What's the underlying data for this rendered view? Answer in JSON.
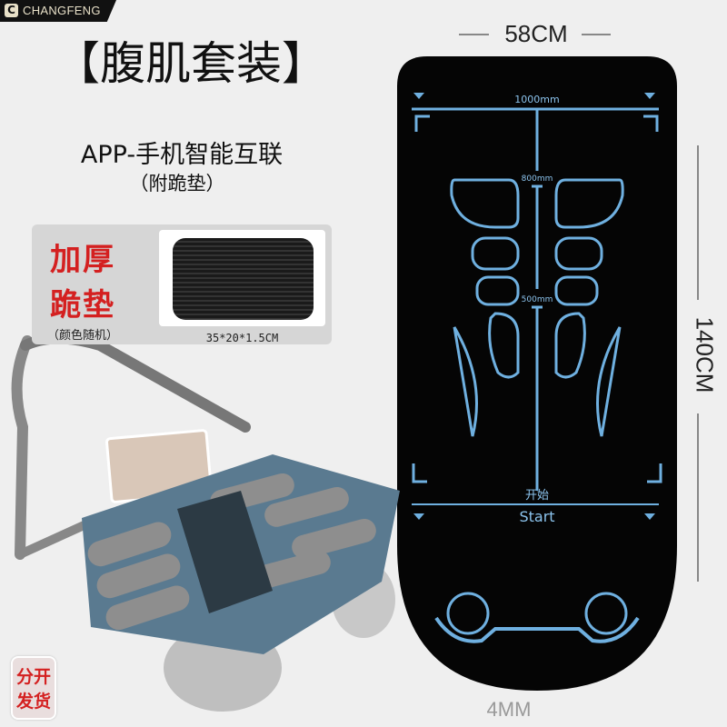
{
  "brand": {
    "name": "CHANGFENG",
    "mark": "C"
  },
  "title": "【腹肌套装】",
  "subtitle": "APP-手机智能互联",
  "subnote": "（附跪垫）",
  "knee_pad": {
    "line1": "加厚",
    "line2": "跪垫",
    "note": "（颜色随机）",
    "size": "35*20*1.5CM"
  },
  "mat": {
    "width": "58CM",
    "length": "140CM",
    "thickness": "4MM",
    "label_1000": "1000mm",
    "label_800": "800mm",
    "label_500": "500mm",
    "start_cn": "开始",
    "start_en": "Start"
  },
  "shipping_badge": {
    "line1": "分开",
    "line2": "发货"
  },
  "colors": {
    "accent_red": "#d42020",
    "mat_black": "#050505",
    "mat_line_blue": "#6fb0e0",
    "roller_blue": "#5a7a90"
  }
}
